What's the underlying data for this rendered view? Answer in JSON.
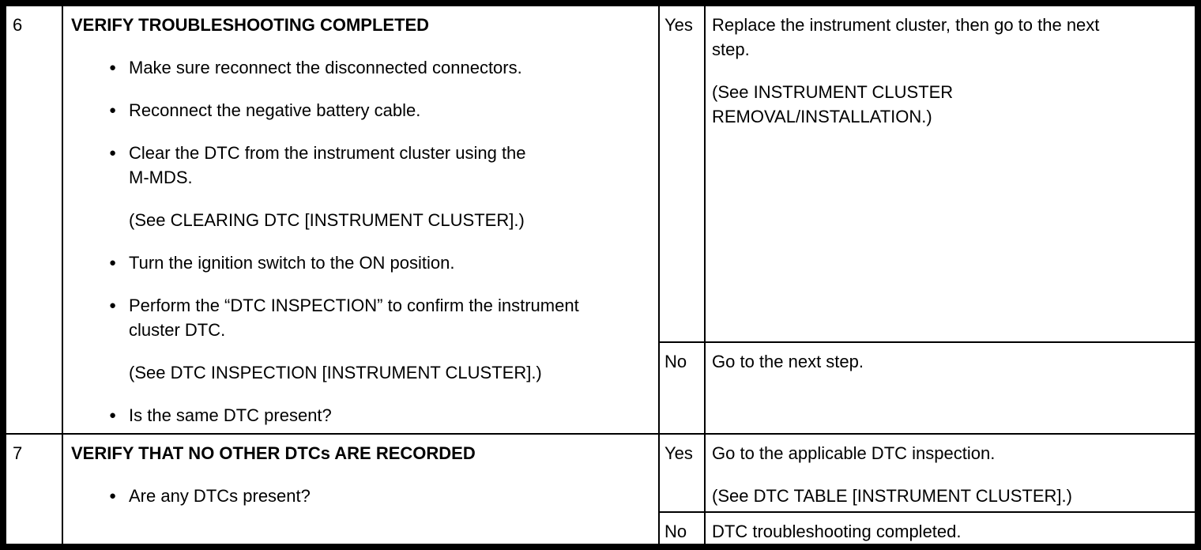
{
  "bullet_char": "●",
  "colors": {
    "border": "#000000",
    "text": "#000000",
    "background": "#ffffff"
  },
  "table": {
    "rows": [
      {
        "step": "6",
        "title": "VERIFY TROUBLESHOOTING COMPLETED",
        "items": [
          {
            "type": "bullet",
            "text": "Make sure reconnect the disconnected connectors."
          },
          {
            "type": "bullet",
            "text": "Reconnect the negative battery cable."
          },
          {
            "type": "bullet",
            "text": "Clear the DTC from the instrument cluster using the\nM-MDS."
          },
          {
            "type": "note",
            "text": "(See CLEARING DTC [INSTRUMENT CLUSTER].)"
          },
          {
            "type": "bullet",
            "text": "Turn the ignition switch to the ON position."
          },
          {
            "type": "bullet",
            "text": "Perform the “DTC INSPECTION” to confirm the instrument\ncluster DTC."
          },
          {
            "type": "note",
            "text": "(See DTC INSPECTION [INSTRUMENT CLUSTER].)"
          },
          {
            "type": "bullet",
            "text": "Is the same DTC present?"
          }
        ],
        "yes": {
          "label": "Yes",
          "lines": [
            "Replace the instrument cluster, then go to the next\nstep.",
            "(See INSTRUMENT CLUSTER\nREMOVAL/INSTALLATION.)"
          ]
        },
        "no": {
          "label": "No",
          "lines": [
            "Go to the next step."
          ]
        }
      },
      {
        "step": "7",
        "title": "VERIFY THAT NO OTHER DTCs ARE RECORDED",
        "items": [
          {
            "type": "bullet",
            "text": "Are any DTCs present?"
          }
        ],
        "yes": {
          "label": "Yes",
          "lines": [
            "Go to the applicable DTC inspection.",
            "(See DTC TABLE [INSTRUMENT CLUSTER].)"
          ]
        },
        "no": {
          "label": "No",
          "lines": [
            "DTC troubleshooting completed."
          ]
        }
      }
    ]
  }
}
